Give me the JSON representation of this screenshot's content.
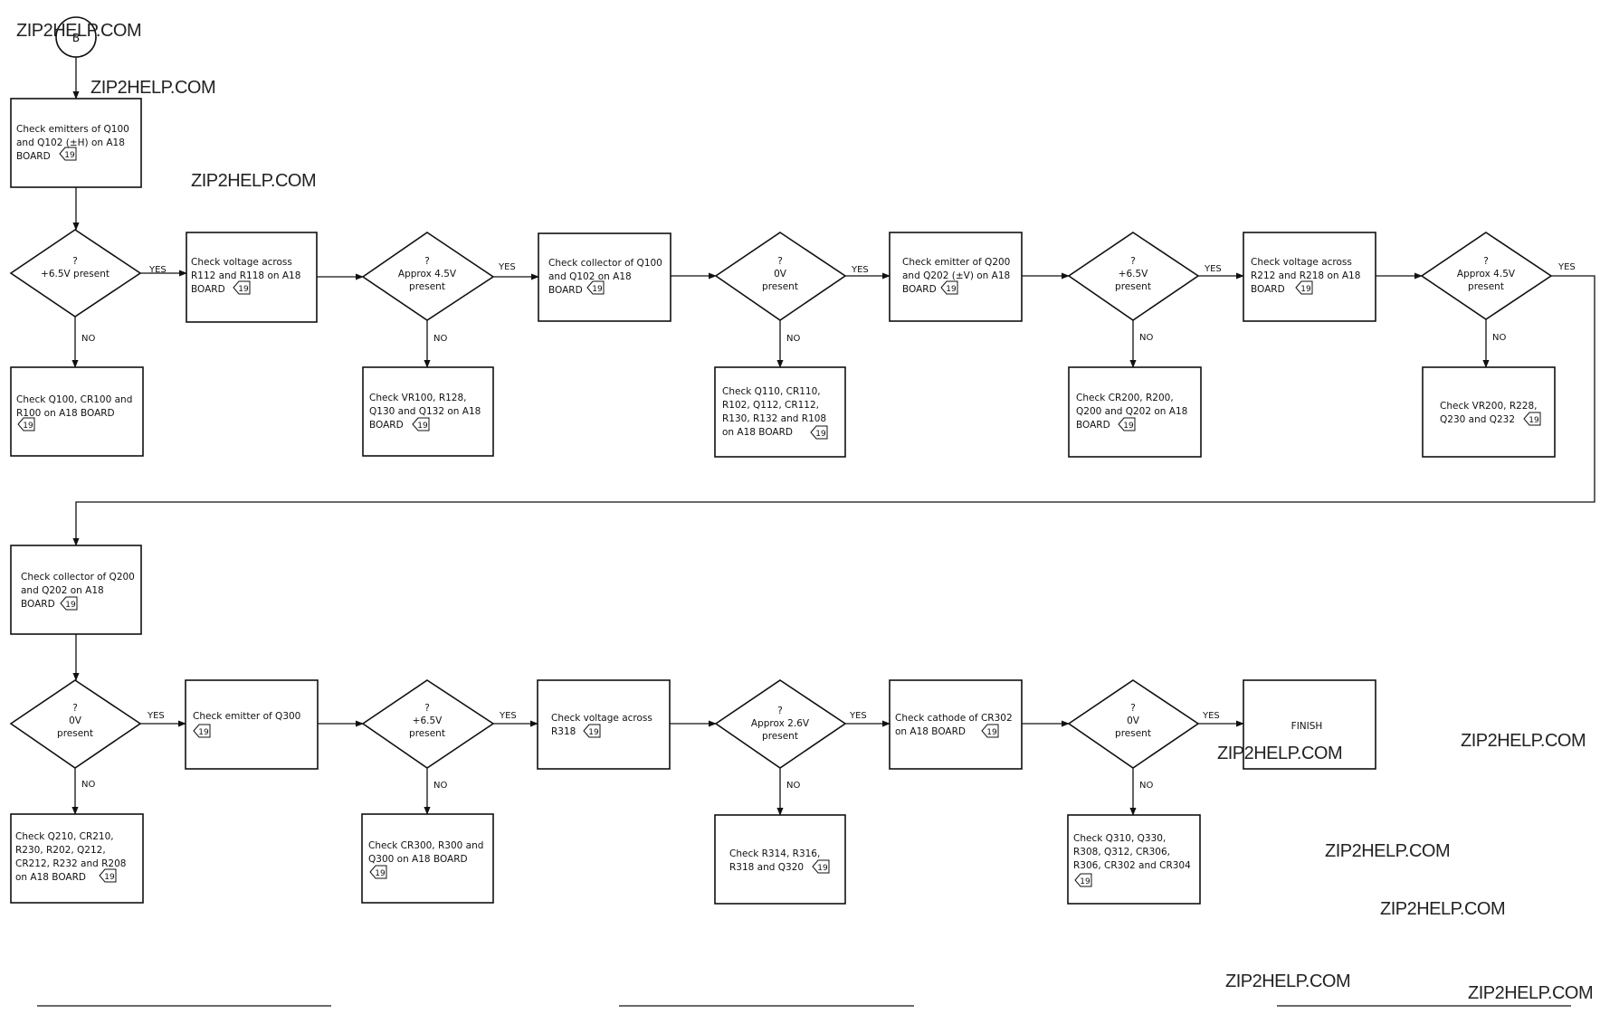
{
  "start": {
    "label": "B"
  },
  "watermarks": [
    "ZIP2HELP.COM",
    "ZIP2HELP.COM",
    "ZIP2HELP.COM",
    "ZIP2HELP.COM",
    "ZIP2HELP.COM",
    "ZIP2HELP.COM",
    "ZIP2HELP.COM",
    "ZIP2HELP.COM",
    "ZIP2HELP.COM"
  ],
  "ref_marker": "19",
  "branch_labels": {
    "yes": "YES",
    "no": "NO"
  },
  "row1": {
    "top_box": [
      "Check emitters of Q100",
      "and Q102 (±H) on A18",
      "BOARD"
    ],
    "steps": [
      {
        "question": [
          "?",
          "+6.5V present"
        ],
        "yes_box": [
          "Check voltage across",
          "R112 and R118 on A18",
          "BOARD"
        ],
        "no_box": [
          "Check Q100, CR100 and",
          "R100 on A18 BOARD",
          ""
        ]
      },
      {
        "question": [
          "?",
          "Approx 4.5V",
          "present"
        ],
        "yes_box": [
          "Check collector of Q100",
          "and Q102 on A18",
          "BOARD"
        ],
        "no_box": [
          "Check VR100, R128,",
          "Q130 and Q132 on A18",
          "BOARD"
        ]
      },
      {
        "question": [
          "?",
          "0V",
          "present"
        ],
        "yes_box": [
          "Check emitter of Q200",
          "and Q202 (±V) on A18",
          "BOARD"
        ],
        "no_box": [
          "Check Q110, CR110,",
          "R102, Q112, CR112,",
          "R130, R132 and R108",
          "on A18 BOARD"
        ]
      },
      {
        "question": [
          "?",
          "+6.5V",
          "present"
        ],
        "yes_box": [
          "Check voltage across",
          "R212 and R218 on A18",
          "BOARD"
        ],
        "no_box": [
          "Check CR200, R200,",
          "Q200 and Q202 on A18",
          "BOARD"
        ]
      },
      {
        "question": [
          "?",
          "Approx 4.5V",
          "present"
        ],
        "no_box": [
          "Check VR200, R228,",
          "Q230 and Q232"
        ]
      }
    ]
  },
  "row2": {
    "top_box": [
      "Check collector of Q200",
      "and Q202 on A18",
      "BOARD"
    ],
    "steps": [
      {
        "question": [
          "?",
          "0V",
          "present"
        ],
        "yes_box": [
          "Check emitter of Q300",
          ""
        ],
        "no_box": [
          "Check Q210, CR210,",
          "R230, R202, Q212,",
          "CR212, R232 and R208",
          "on A18 BOARD"
        ]
      },
      {
        "question": [
          "?",
          "+6.5V",
          "present"
        ],
        "yes_box": [
          "Check voltage across",
          "R318"
        ],
        "no_box": [
          "Check CR300, R300 and",
          "Q300 on A18 BOARD",
          ""
        ]
      },
      {
        "question": [
          "?",
          "Approx 2.6V",
          "present"
        ],
        "yes_box": [
          "Check cathode of CR302",
          "on A18 BOARD"
        ],
        "no_box": [
          "Check R314, R316,",
          "R318 and Q320"
        ]
      },
      {
        "question": [
          "?",
          "0V",
          "present"
        ],
        "yes_box": [
          "FINISH"
        ],
        "no_box": [
          "Check Q310, Q330,",
          "R308, Q312, CR306,",
          "R306, CR302 and CR304",
          ""
        ]
      }
    ]
  }
}
